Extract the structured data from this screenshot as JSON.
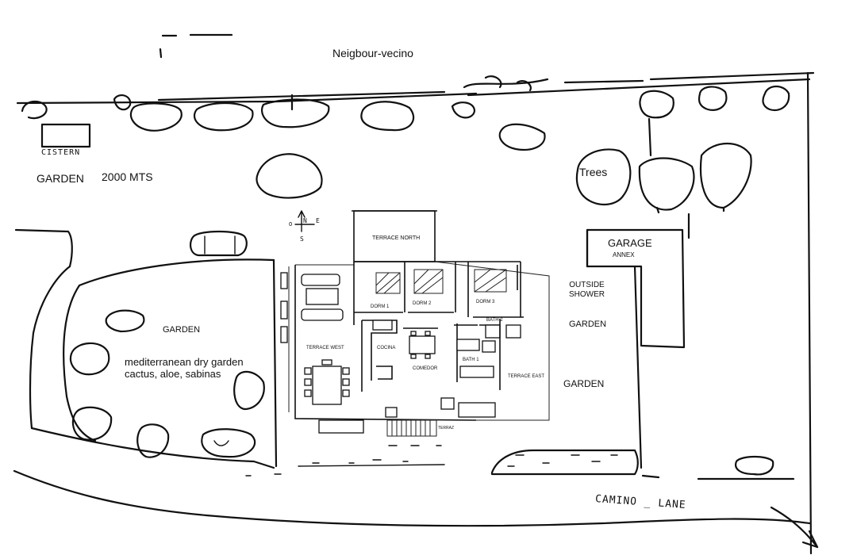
{
  "labels": {
    "neighbour": "Neigbour-vecino",
    "cistern": "CISTERN",
    "garden_top": "GARDEN",
    "area": "2000 MTS",
    "trees": "Trees",
    "compass_n": "N",
    "compass_e": "E",
    "compass_o": "O",
    "compass_s": "S",
    "terrace_north": "TERRACE NORTH",
    "garage": "GARAGE",
    "annex": "ANNEX",
    "outside_shower": "OUTSIDE\nSHOWER",
    "garden_left": "GARDEN",
    "dry_garden": "mediterranean dry garden",
    "dry_garden_plants": "cactus, aloe, sabinas",
    "dorm1": "DORM 1",
    "dorm2": "DORM 2",
    "dorm3": "DORM 3",
    "bath2": "BATH 2",
    "bath1": "BATH 1",
    "terrace_west": "TERRACE WEST",
    "cocina": "COCINA",
    "comedor": "COMEDOR",
    "terrace_east": "TERRACE EAST",
    "garden_right1": "GARDEN",
    "garden_right2": "GARDEN",
    "entrance_steps": "TERRAZ",
    "lane": "CAMINO _ LANE"
  }
}
